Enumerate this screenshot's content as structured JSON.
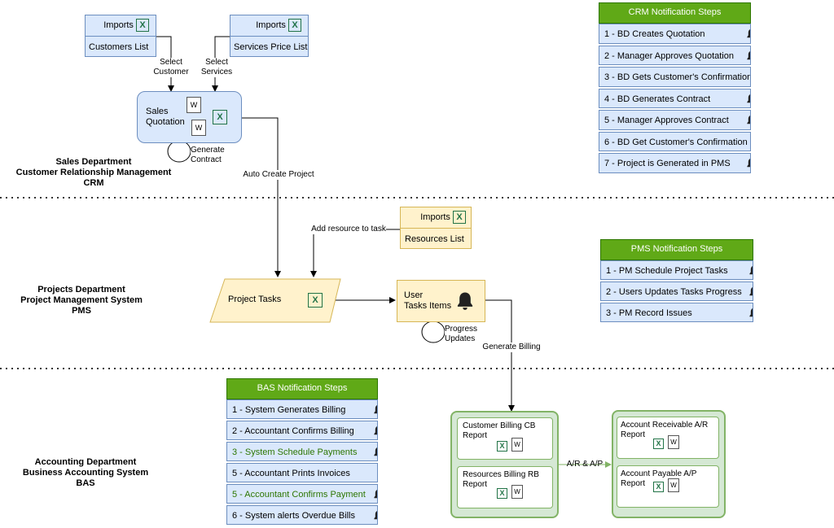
{
  "departments": {
    "crm": [
      "Sales Department",
      "Customer Relationship Management",
      "CRM"
    ],
    "pms": [
      "Projects Department",
      "Project Management System",
      "PMS"
    ],
    "bas": [
      "Accounting Department",
      "Business Accounting System",
      "BAS"
    ]
  },
  "crm_sources": {
    "customers": {
      "head": "Imports",
      "body": "Customers List"
    },
    "services": {
      "head": "Imports",
      "body": "Services Price List"
    }
  },
  "sales_quotation": {
    "line1": "Sales",
    "line2": "Quotation"
  },
  "resources_source": {
    "head": "Imports",
    "body": "Resources List"
  },
  "project_tasks": "Project Tasks",
  "user_tasks": {
    "line1": "User",
    "line2": "Tasks Items"
  },
  "labels": {
    "select_customer": [
      "Select",
      "Customer"
    ],
    "select_services": [
      "Select",
      "Services"
    ],
    "generate_contract": [
      "Generate",
      "Contract"
    ],
    "auto_create_project": "Auto Create Project",
    "add_resource": "Add resource to task",
    "progress_updates": [
      "Progress",
      "Updates"
    ],
    "generate_billing": "Generate Billing",
    "ar_ap": "A/R & A/P"
  },
  "billing_reports": {
    "cb": [
      "Customer Billing CB",
      "Report"
    ],
    "rb": [
      "Resources Billing RB",
      "Report"
    ]
  },
  "account_reports": {
    "ar": [
      "Account Receivable  A/R",
      "Report"
    ],
    "ap": [
      "Account Payable A/P",
      "Report"
    ]
  },
  "crm_steps": {
    "title": "CRM Notification Steps",
    "items": [
      {
        "text": "1 - BD Creates Quotation",
        "bell": true
      },
      {
        "text": "2 - Manager Approves Quotation",
        "bell": true
      },
      {
        "text": "3 - BD Gets Customer's Confirmation",
        "bell": false
      },
      {
        "text": "4 - BD Generates Contract",
        "bell": true
      },
      {
        "text": "5 - Manager Approves Contract",
        "bell": true
      },
      {
        "text": "6 - BD Get Customer's Confirmation",
        "bell": false
      },
      {
        "text": "7 - Project is Generated in PMS",
        "bell": true
      }
    ]
  },
  "pms_steps": {
    "title": "PMS Notification Steps",
    "items": [
      {
        "text": "1 - PM Schedule Project Tasks",
        "bell": true
      },
      {
        "text": "2 - Users Updates Tasks Progress",
        "bell": true
      },
      {
        "text": "3 - PM Record Issues",
        "bell": true
      }
    ]
  },
  "bas_steps": {
    "title": "BAS Notification Steps",
    "items": [
      {
        "text": "1 - System Generates Billing",
        "bell": true,
        "green": false
      },
      {
        "text": "2 - Accountant Confirms Billing",
        "bell": true,
        "green": false
      },
      {
        "text": "3 - System Schedule Payments",
        "bell": true,
        "green": true
      },
      {
        "text": "5 - Accountant Prints Invoices",
        "bell": false,
        "green": false
      },
      {
        "text": "5 - Accountant Confirms Payment",
        "bell": true,
        "green": true
      },
      {
        "text": "6 - System alerts Overdue Bills",
        "bell": true,
        "green": false
      }
    ]
  },
  "icons": {
    "excel": "X",
    "word": "W"
  }
}
